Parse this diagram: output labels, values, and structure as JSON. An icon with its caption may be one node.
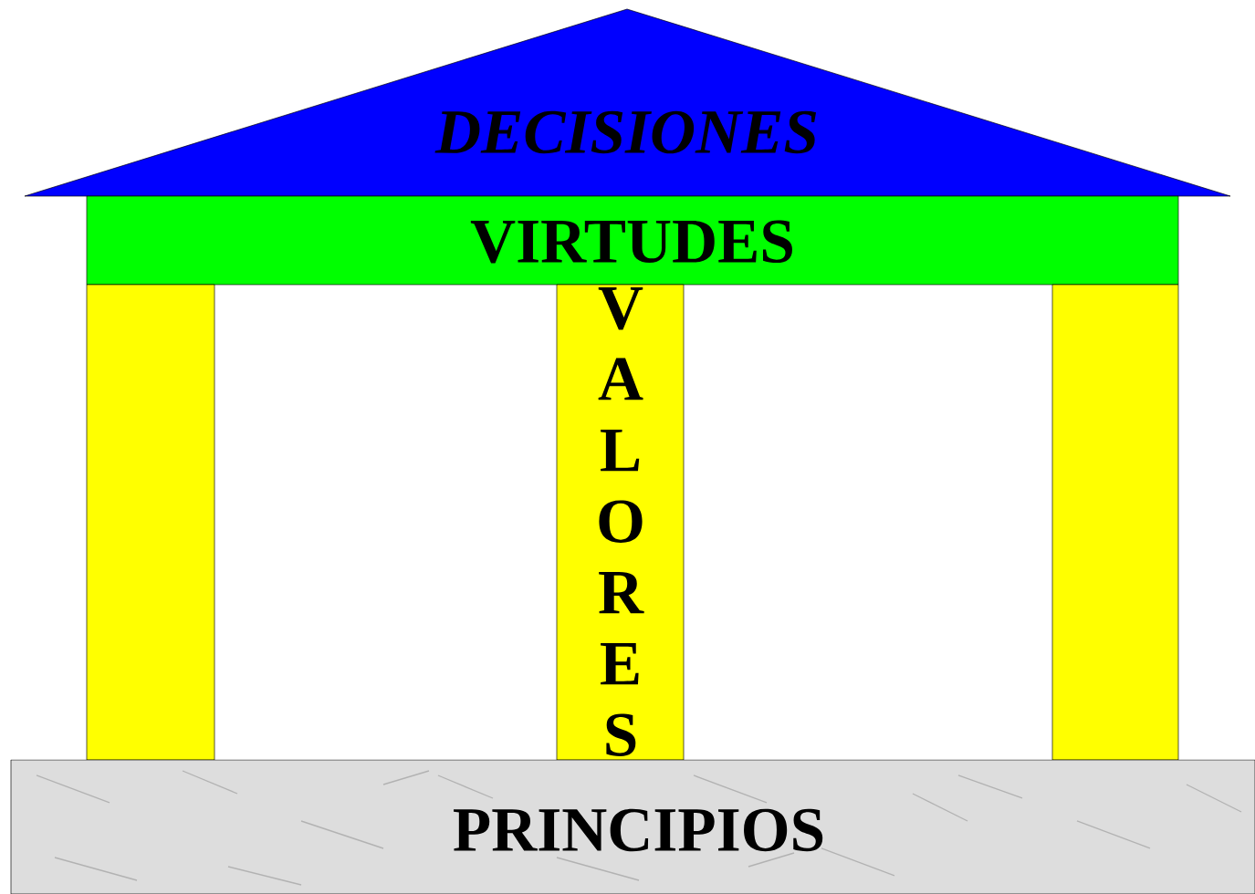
{
  "diagram": {
    "nodes": [
      {
        "text": [
          "DECISIONES"
        ]
      },
      {
        "text": [
          "VIRTUDES"
        ]
      },
      {
        "text": [],
        "shape": "box"
      },
      {
        "text": [
          "VALORES"
        ]
      },
      {
        "text": [],
        "shape": "box"
      },
      {
        "text": [
          "PRINCIPIOS"
        ]
      }
    ]
  }
}
